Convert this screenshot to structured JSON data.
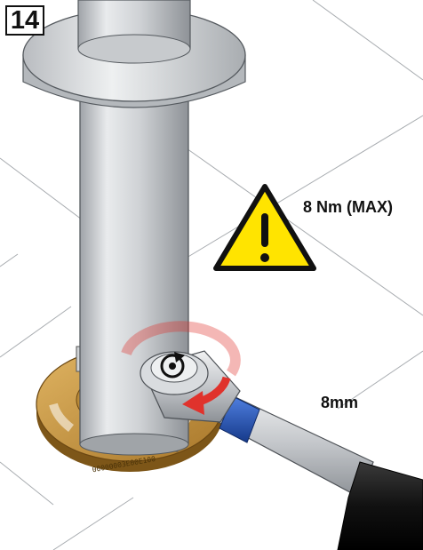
{
  "step": {
    "number": "14"
  },
  "torque": {
    "label": "8 Nm (MAX)"
  },
  "tool": {
    "size_label": "8mm"
  },
  "base": {
    "engraving": "00000003E00E100"
  },
  "warning": {
    "icon": "warning-triangle-icon",
    "fill": "#ffe400",
    "stroke": "#111111"
  },
  "rotation": {
    "icon": "rotation-arrow-icon",
    "color": "#e0322c"
  },
  "colors": {
    "wrench_band": "#1f4fb3",
    "base_plate": "#c8953a",
    "pipe": "#d7d9dc"
  }
}
